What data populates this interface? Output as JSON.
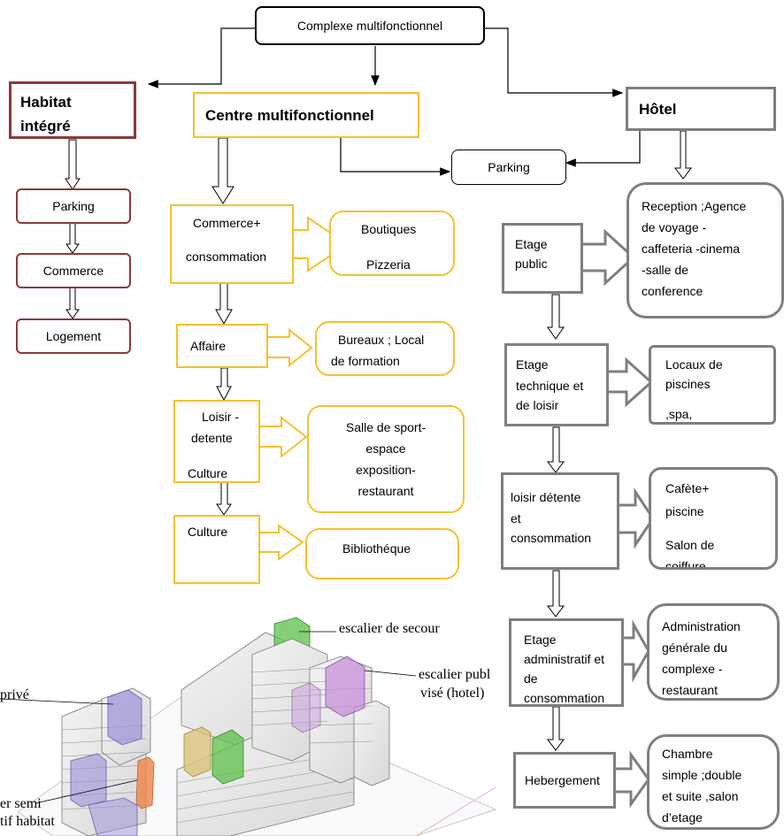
{
  "top": {
    "title": "Complexe multifonctionnel"
  },
  "habitat": {
    "title_line1": "Habitat",
    "title_line2": "intégré",
    "items": [
      "Parking",
      "Commerce",
      "Logement"
    ]
  },
  "centre": {
    "title": "Centre multifonctionnel",
    "parking": "Parking",
    "rows": [
      {
        "left_line1": "Commerce+",
        "left_line2": "consommation",
        "right_line1": "Boutiques",
        "right_line2": "Pizzeria"
      },
      {
        "left_line1": "Affaire",
        "right_line1": "Bureaux ; Local",
        "right_line2": "de formation"
      },
      {
        "left_line1": "Loisir -",
        "left_line2": "detente",
        "left_line3": "Culture",
        "right_line1": "Salle de sport-",
        "right_line2": "espace",
        "right_line3": "exposition-",
        "right_line4": "restaurant"
      },
      {
        "left_line1": "Culture",
        "right_line1": "Bibliothéque"
      }
    ]
  },
  "hotel": {
    "title": "Hôtel",
    "rows": [
      {
        "left": [
          "Etage",
          "public"
        ],
        "right": [
          "Reception ;Agence",
          "de voyage -",
          "caffeteria -cinema",
          "-salle de",
          "conference"
        ]
      },
      {
        "left": [
          "Etage",
          "technique et",
          "de loisir"
        ],
        "right": [
          "Locaux de",
          "piscines",
          "",
          ",spa,"
        ]
      },
      {
        "left": [
          "loisir  détente",
          "et",
          "consommation"
        ],
        "right": [
          "Cafète+",
          "piscine",
          "",
          "Salon de",
          "coiffure"
        ]
      },
      {
        "left": [
          "Etage",
          "administratif et",
          "de",
          "consommation"
        ],
        "right": [
          "Administration",
          "générale du",
          "complexe  -",
          "restaurant"
        ]
      },
      {
        "left": [
          "Hebergement"
        ],
        "right": [
          "Chambre",
          "simple ;double",
          "et suite ,salon",
          "d’etage"
        ]
      }
    ]
  },
  "image_labels": {
    "escalier_secour": "escalier de secour",
    "escalier_public": "escalier publ",
    "vise_hotel": "visé (hotel)",
    "prive": "privé",
    "semi": "er semi",
    "habitat": "tif habitat"
  }
}
